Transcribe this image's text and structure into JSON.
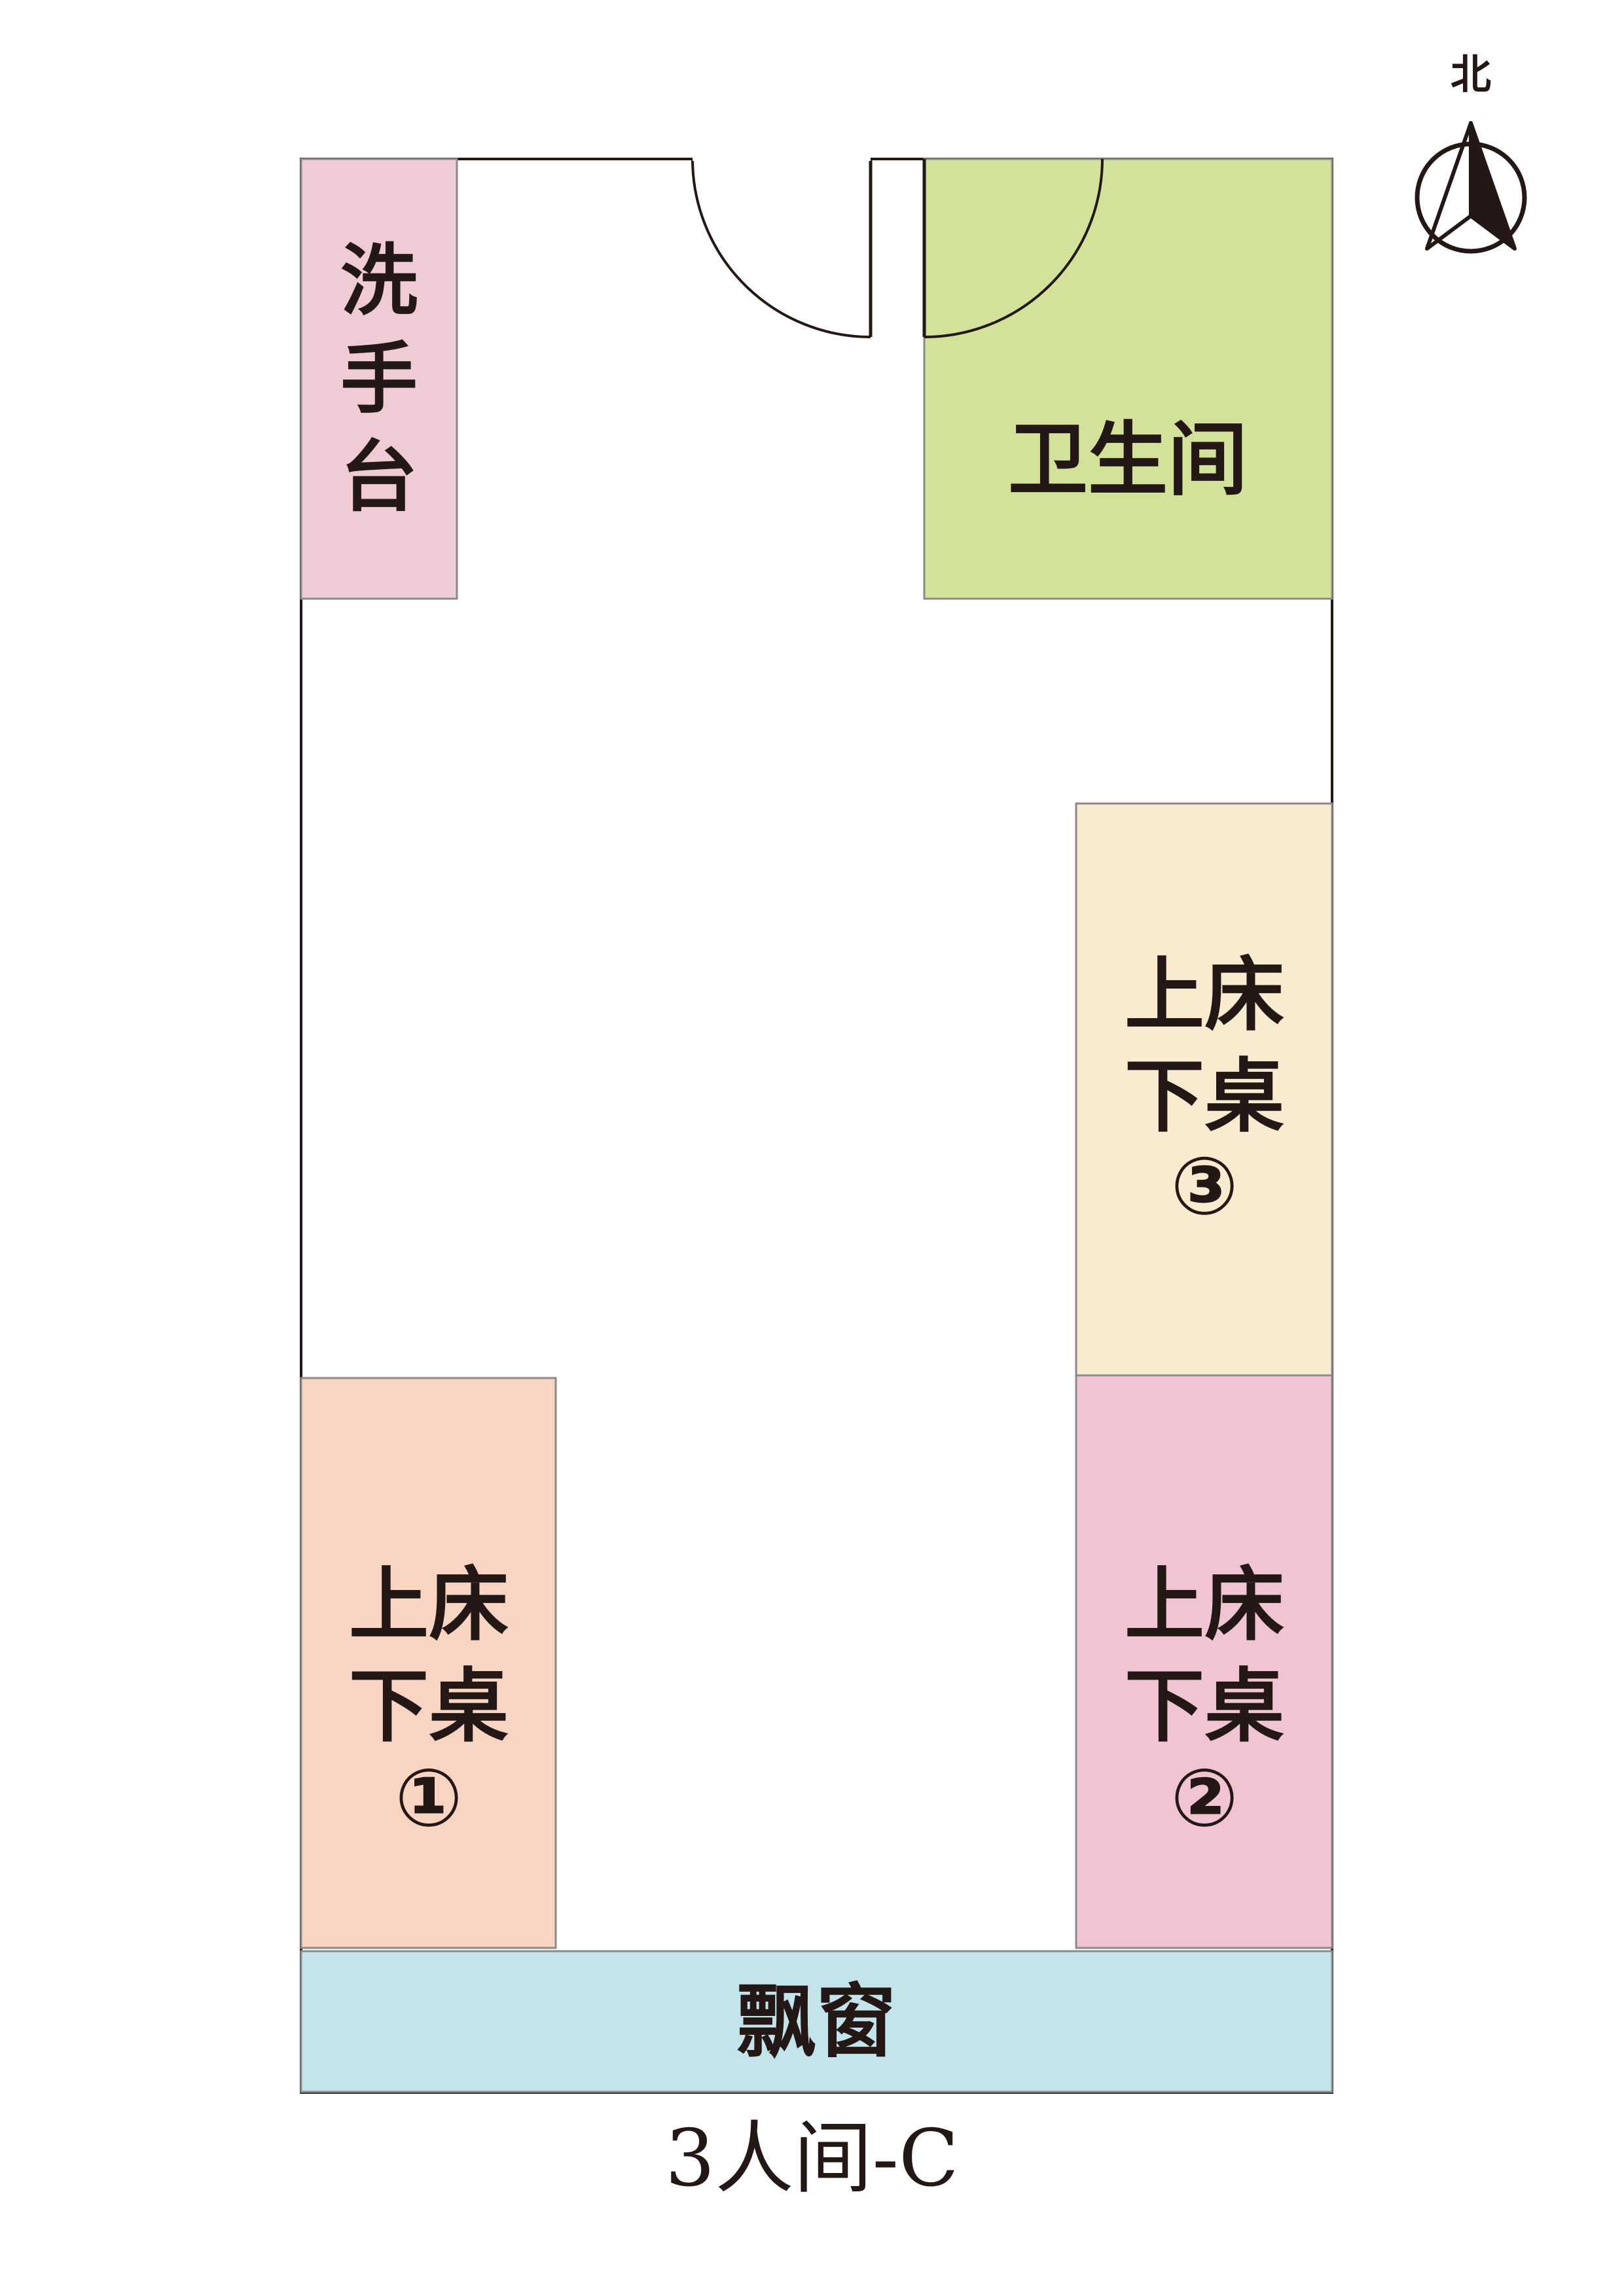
{
  "compass": {
    "label": "北",
    "icon": "north-arrow-icon"
  },
  "colors": {
    "wall": "#231815",
    "sink": "#efcbd6",
    "bathroom": "#d2e29a",
    "bed3": "#f8ebcf",
    "bed2": "#f0c4d3",
    "bed1": "#f8d4c2",
    "window": "#c3e4ea",
    "border": "#8a8a8a"
  },
  "zones": {
    "sink": {
      "label": "洗手台"
    },
    "bathroom": {
      "label": "卫生间"
    },
    "bed3": {
      "line1": "上床",
      "line2": "下桌",
      "number": "③"
    },
    "bed2": {
      "line1": "上床",
      "line2": "下桌",
      "number": "②"
    },
    "bed1": {
      "line1": "上床",
      "line2": "下桌",
      "number": "①"
    },
    "window": {
      "label": "飘窗"
    }
  },
  "caption": "3人间-C"
}
